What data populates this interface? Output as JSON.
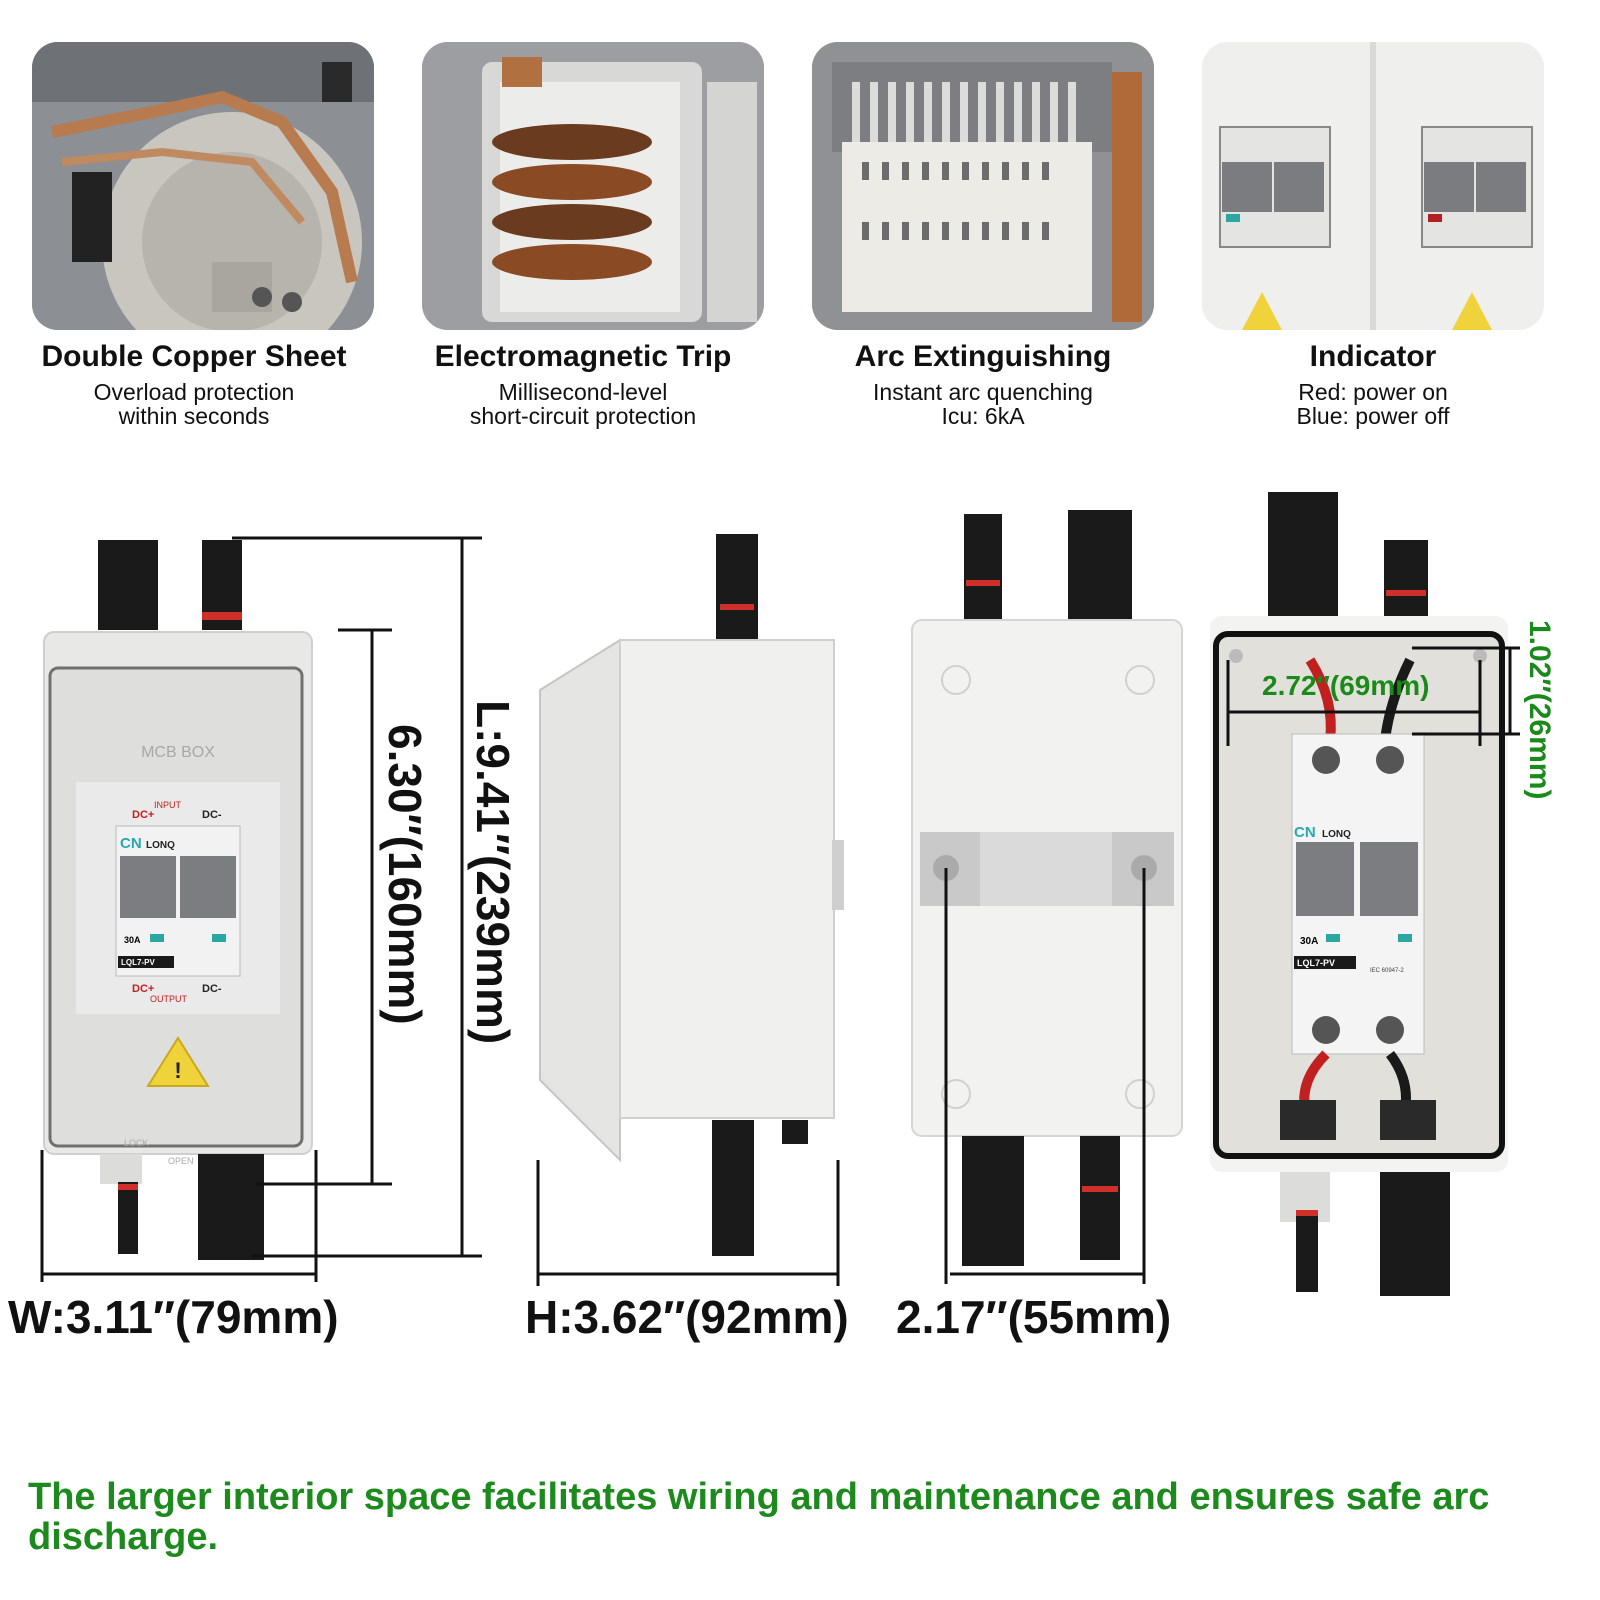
{
  "features": [
    {
      "title": "Double Copper Sheet",
      "sub1": "Overload protection",
      "sub2": "within seconds",
      "image": "copper-sheet-icon"
    },
    {
      "title": "Electromagnetic Trip",
      "sub1": "Millisecond-level",
      "sub2": "short-circuit protection",
      "image": "coil-icon"
    },
    {
      "title": "Arc Extinguishing",
      "sub1": "Instant arc quenching",
      "sub2": "Icu: 6kA",
      "image": "arc-chute-icon"
    },
    {
      "title": "Indicator",
      "sub1": "Red: power on",
      "sub2": "Blue: power off",
      "image": "indicator-icon"
    }
  ],
  "panel": {
    "box_label": "MCB BOX",
    "input": "INPUT",
    "output": "OUTPUT",
    "dc_plus": "DC+",
    "dc_minus": "DC-",
    "brand": "CN",
    "brand2": "LONQ",
    "rating": "30A",
    "model": "LQL7-PV",
    "standard": "IEC 60947-2",
    "lock": "LOCK",
    "open": "OPEN"
  },
  "dimensions": {
    "width": "W:3.11″(79mm)",
    "height": "H:3.62″(92mm)",
    "mount": "2.17″(55mm)",
    "length": "L:9.41″(239mm)",
    "body": "6.30″(160mm)",
    "interior_w": "2.72″(69mm)",
    "interior_d": "1.02″(26mm)"
  },
  "note": "The larger interior space facilitates wiring and maintenance and ensures safe arc discharge."
}
